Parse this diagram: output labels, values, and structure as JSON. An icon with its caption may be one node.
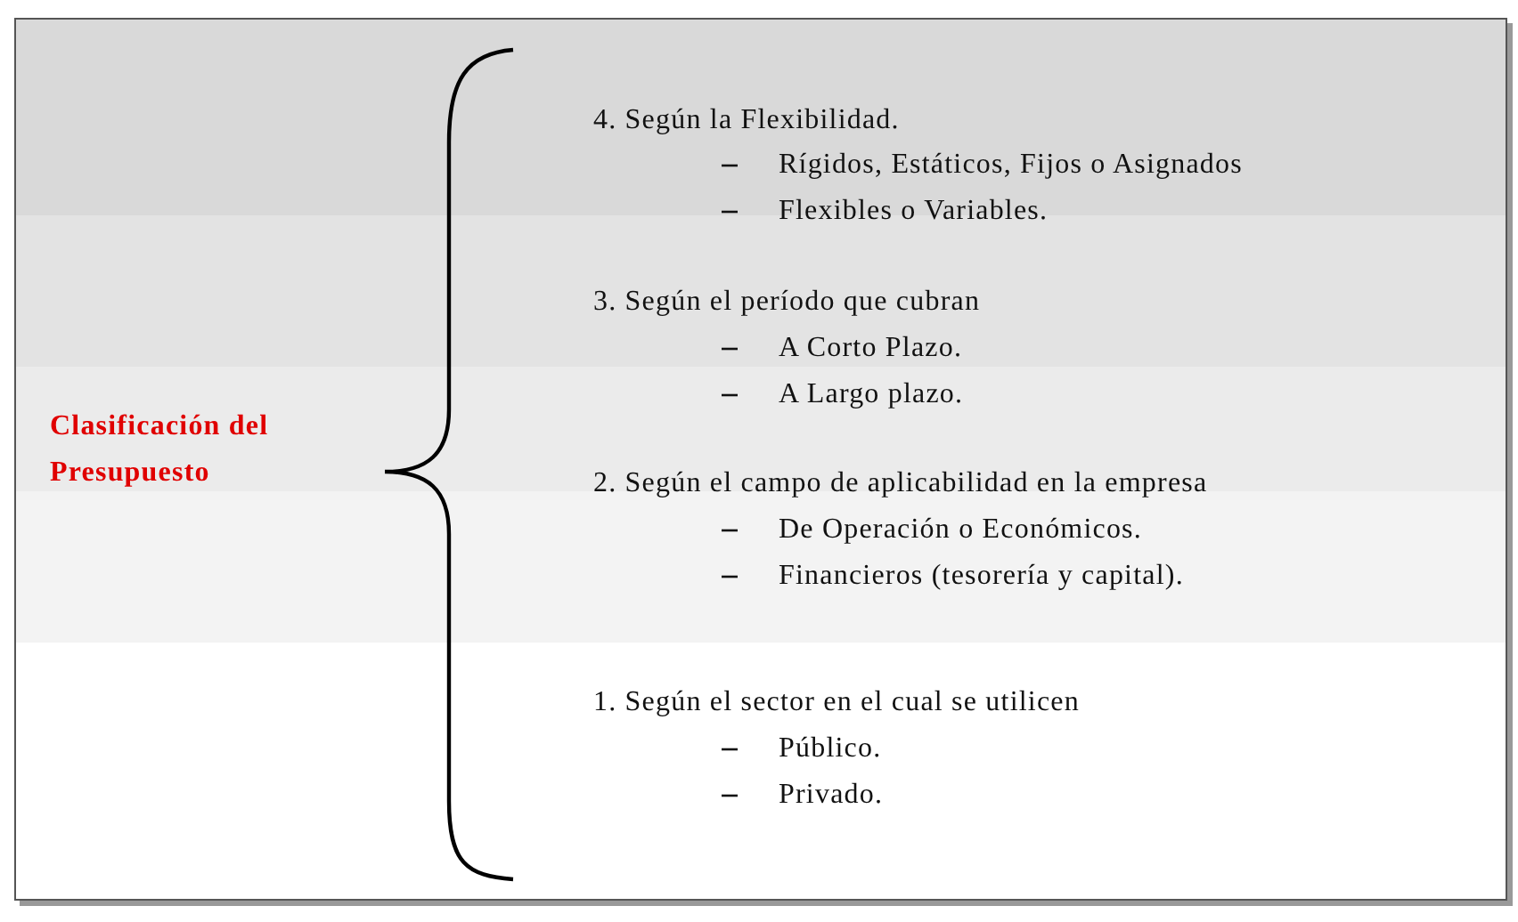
{
  "diagram": {
    "labels": [
      "Clasificación del Presupuesto",
      "4. Según la Flexibilidad.",
      "Rígidos, Estáticos, Fijos o Asignados",
      "Flexibles o Variables.",
      "3. Según el período que cubran",
      "A Corto Plazo.",
      "A Largo plazo.",
      "2. Según el campo de aplicabilidad en la empresa",
      "De Operación o Económicos.",
      "Financieros (tesorería y capital).",
      "1. Según el sector en el cual se utilicen",
      "Público.",
      "Privado."
    ]
  }
}
